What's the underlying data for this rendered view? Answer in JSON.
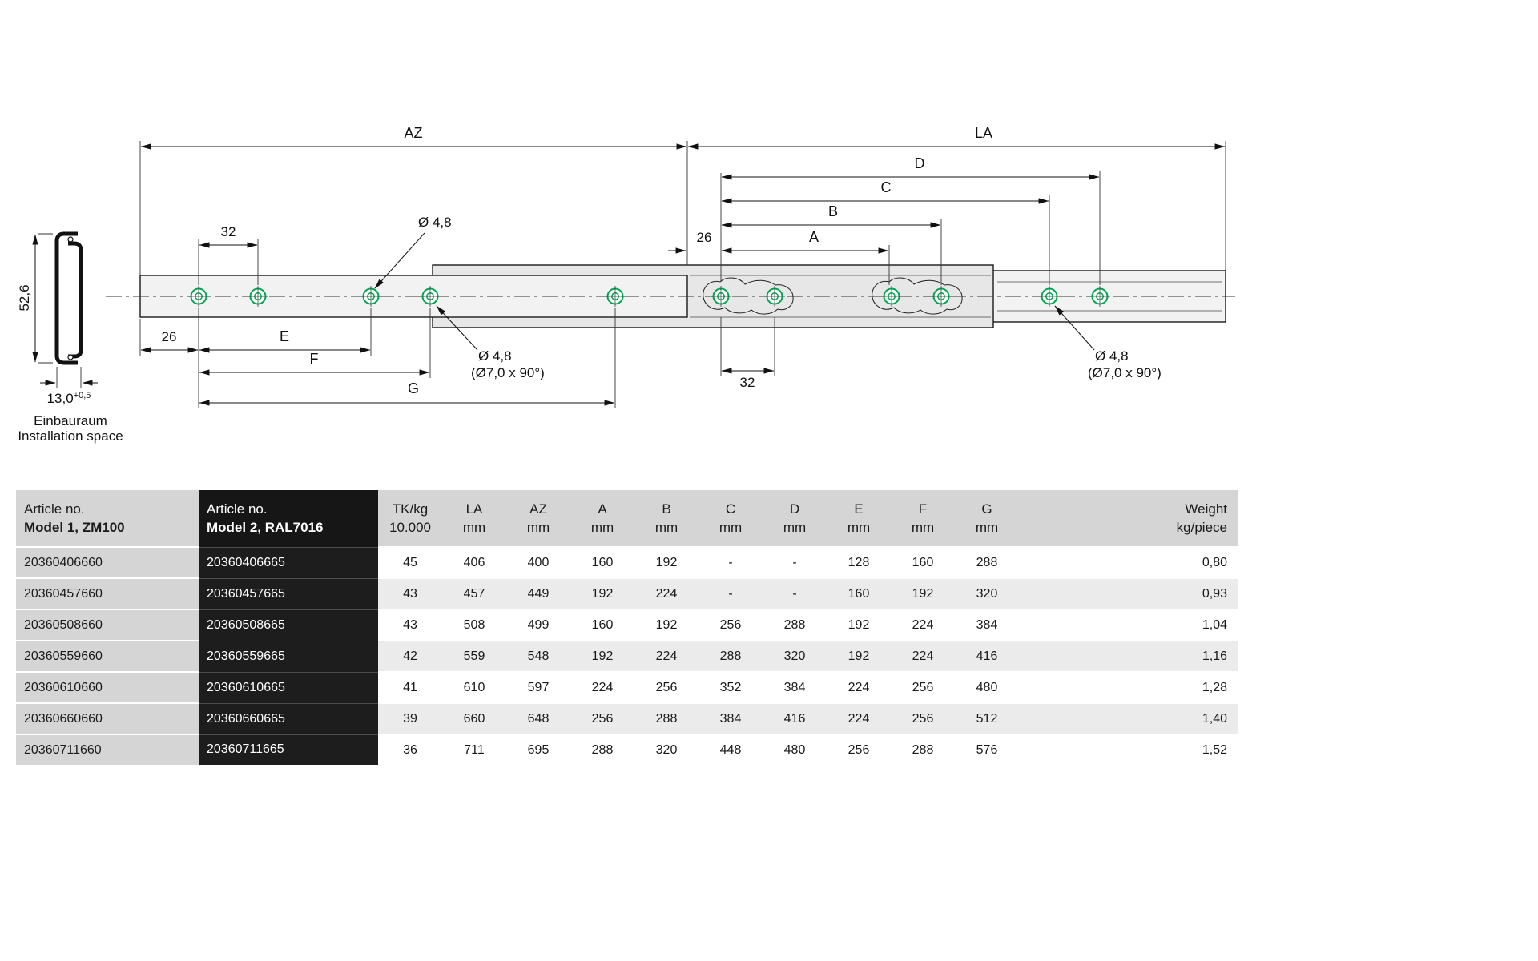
{
  "drawing": {
    "labels": {
      "az": "AZ",
      "la": "LA",
      "a": "A",
      "b": "B",
      "c": "C",
      "d": "D",
      "e": "E",
      "f": "F",
      "g": "G",
      "pitch_left": "32",
      "pitch_right": "32",
      "offset_left": "26",
      "offset_right": "26",
      "hole_dia_top": "Ø 4,8",
      "hole_dia_bl_line1": "Ø 4,8",
      "hole_dia_bl_line2": "(Ø7,0 x 90°)",
      "hole_dia_br_line1": "Ø 4,8",
      "hole_dia_br_line2": "(Ø7,0 x 90°)",
      "section_height": "52,6",
      "section_width": "13,0",
      "section_width_tol": "+0,5",
      "installation_line1": "Einbauraum",
      "installation_line2": "Installation space"
    },
    "colors": {
      "hole_green": "#00A651"
    }
  },
  "table": {
    "header": {
      "col1_line1": "Article no.",
      "col1_line2": "Model 1, ZM100",
      "col2_line1": "Article no.",
      "col2_line2": "Model 2, RAL7016",
      "cols": [
        {
          "l1": "TK/kg",
          "l2": "10.000"
        },
        {
          "l1": "LA",
          "l2": "mm"
        },
        {
          "l1": "AZ",
          "l2": "mm"
        },
        {
          "l1": "A",
          "l2": "mm"
        },
        {
          "l1": "B",
          "l2": "mm"
        },
        {
          "l1": "C",
          "l2": "mm"
        },
        {
          "l1": "D",
          "l2": "mm"
        },
        {
          "l1": "E",
          "l2": "mm"
        },
        {
          "l1": "F",
          "l2": "mm"
        },
        {
          "l1": "G",
          "l2": "mm"
        }
      ],
      "weight_line1": "Weight",
      "weight_line2": "kg/piece"
    },
    "rows": [
      {
        "model1": "20360406660",
        "model2": "20360406665",
        "cells": [
          "45",
          "406",
          "400",
          "160",
          "192",
          "-",
          "-",
          "128",
          "160",
          "288"
        ],
        "weight": "0,80"
      },
      {
        "model1": "20360457660",
        "model2": "20360457665",
        "cells": [
          "43",
          "457",
          "449",
          "192",
          "224",
          "-",
          "-",
          "160",
          "192",
          "320"
        ],
        "weight": "0,93"
      },
      {
        "model1": "20360508660",
        "model2": "20360508665",
        "cells": [
          "43",
          "508",
          "499",
          "160",
          "192",
          "256",
          "288",
          "192",
          "224",
          "384"
        ],
        "weight": "1,04"
      },
      {
        "model1": "20360559660",
        "model2": "20360559665",
        "cells": [
          "42",
          "559",
          "548",
          "192",
          "224",
          "288",
          "320",
          "192",
          "224",
          "416"
        ],
        "weight": "1,16"
      },
      {
        "model1": "20360610660",
        "model2": "20360610665",
        "cells": [
          "41",
          "610",
          "597",
          "224",
          "256",
          "352",
          "384",
          "224",
          "256",
          "480"
        ],
        "weight": "1,28"
      },
      {
        "model1": "20360660660",
        "model2": "20360660665",
        "cells": [
          "39",
          "660",
          "648",
          "256",
          "288",
          "384",
          "416",
          "224",
          "256",
          "512"
        ],
        "weight": "1,40"
      },
      {
        "model1": "20360711660",
        "model2": "20360711665",
        "cells": [
          "36",
          "711",
          "695",
          "288",
          "320",
          "448",
          "480",
          "256",
          "288",
          "576"
        ],
        "weight": "1,52"
      }
    ]
  }
}
